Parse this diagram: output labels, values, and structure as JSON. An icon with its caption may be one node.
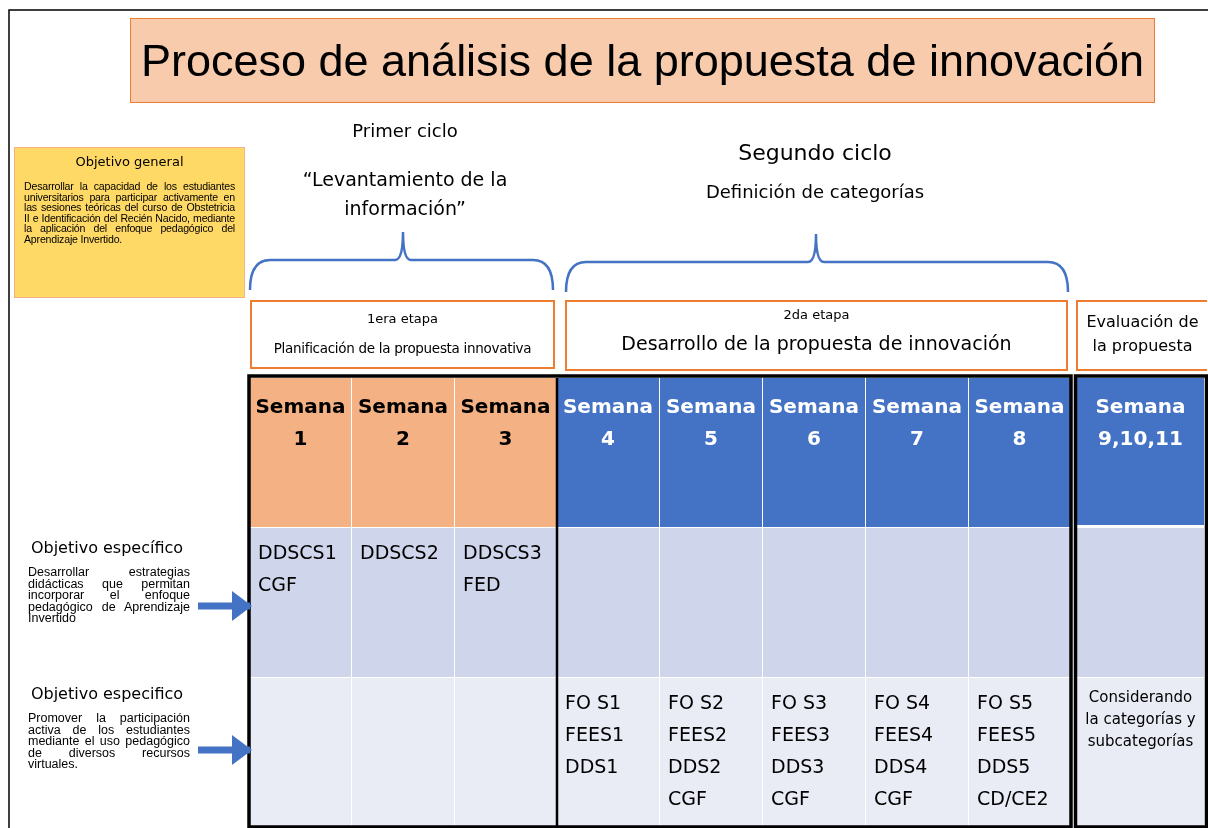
{
  "diagram": {
    "title": "Proceso de análisis de la propuesta de innovación",
    "nodes": [
      {
        "text": [
          "Objetivo general",
          "Desarrollar la capacidad de los estudiantes universitarios para participar activamente en las sesiones teóricas del curso de Obstetricia II e Identificación del Recién Nacido, mediante la aplicación del enfoque pedagógico del Aprendizaje Invertido."
        ]
      },
      {
        "text": [
          "Objetivo específico",
          "Desarrollar estrategias didácticas que permitan incorporar el enfoque pedagógico de Aprendizaje Invertido"
        ]
      },
      {
        "text": [
          "Objetivo especifico",
          "Promover la participación activa de los estudiantes mediante el uso pedagógico de diversos recursos virtuales."
        ]
      },
      {
        "text": [
          "1era etapa",
          "Planificación de la propuesta innovativa"
        ]
      },
      {
        "text": [
          "2da etapa",
          "Desarrollo de la propuesta de innovación"
        ]
      },
      {
        "text": [
          "Evaluación de la propuesta"
        ]
      },
      {
        "text": [
          "DDSCS1 CGF"
        ]
      },
      {
        "text": [],
        "shape": "box"
      }
    ],
    "edges": [
      {
        "from": 1,
        "to": 6,
        "arrow": "to"
      },
      {
        "from": 2,
        "to": 7,
        "arrow": "to"
      }
    ],
    "labels": [
      "Primer ciclo",
      "“Levantamiento de la información”",
      "Segundo ciclo",
      "Definición de categorías",
      "Semana 1",
      "Semana 2",
      "Semana 3",
      "Semana 4",
      "Semana 5",
      "Semana 6",
      "Semana 7",
      "Semana 8",
      "Semana 9,10,11",
      "DDSCS2",
      "DDSCS3 FED",
      "FO S1 FEES1 DDS1",
      "FO S2 FEES2 DDS2 CGF",
      "FO S3 FEES3 DDS3 CGF",
      "FO S4 FEES4 DDS4 CGF",
      "FO S5 FEES5 DDS5 CD/CE2",
      "Considerando la categorías y subcategorías"
    ]
  }
}
